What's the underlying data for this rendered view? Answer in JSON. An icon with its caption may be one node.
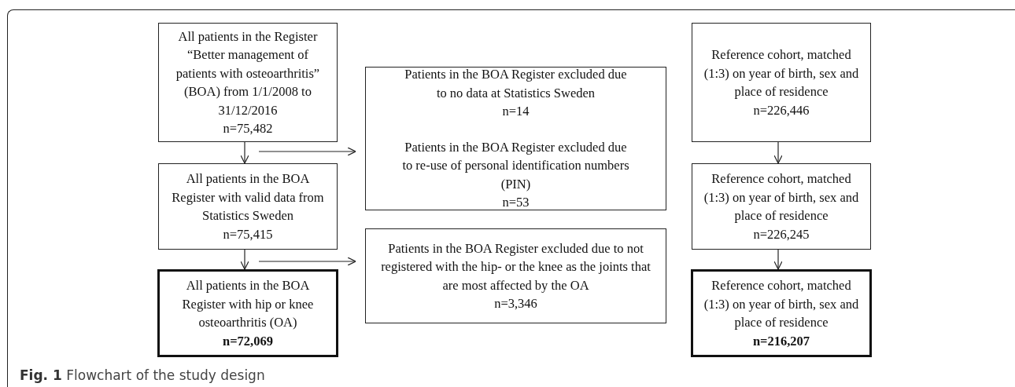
{
  "diagram": {
    "caption": "**Fig. 1** Flowchart of the study design",
    "nodes": [
      {
        "text": [
          "All patients in the Register “Better management of patients with osteoarthritis” (BOA) from 1/1/2008 to 31/12/2016",
          "n=75,482"
        ]
      },
      {
        "text": [
          "All patients in the BOA Register with valid data from Statistics Sweden",
          "n=75,415"
        ]
      },
      {
        "text": [
          "All patients in the BOA Register with hip or knee osteoarthritis (OA)",
          "n=72,069"
        ]
      },
      {
        "text": [
          "Patients in the BOA Register excluded due to no data at Statistics Sweden",
          "n=14",
          "Patients in the BOA Register excluded due to re-use of personal identification numbers (PIN)",
          "n=53"
        ]
      },
      {
        "text": [
          "Patients in the BOA Register excluded due to not registered with the hip- or the knee as the joints that are most affected by the OA",
          "n=3,346"
        ]
      },
      {
        "text": [
          "Reference cohort, matched (1:3) on year of birth, sex and place of residence",
          "n=226,446"
        ]
      },
      {
        "text": [
          "Reference cohort, matched (1:3) on year of birth, sex and place of residence",
          "n=226,245"
        ]
      },
      {
        "text": [
          "Reference cohort, matched (1:3) on year of birth, sex and place of residence",
          "n=216,207"
        ]
      }
    ],
    "edges": [
      {
        "from": 0,
        "to": 1,
        "arrow": "to"
      },
      {
        "from": 1,
        "to": 2,
        "arrow": "to"
      },
      {
        "from": 0,
        "to": 3,
        "arrow": "to"
      },
      {
        "from": 1,
        "to": 4,
        "arrow": "to"
      },
      {
        "from": 5,
        "to": 6,
        "arrow": "to"
      },
      {
        "from": 6,
        "to": 7,
        "arrow": "to"
      }
    ]
  }
}
